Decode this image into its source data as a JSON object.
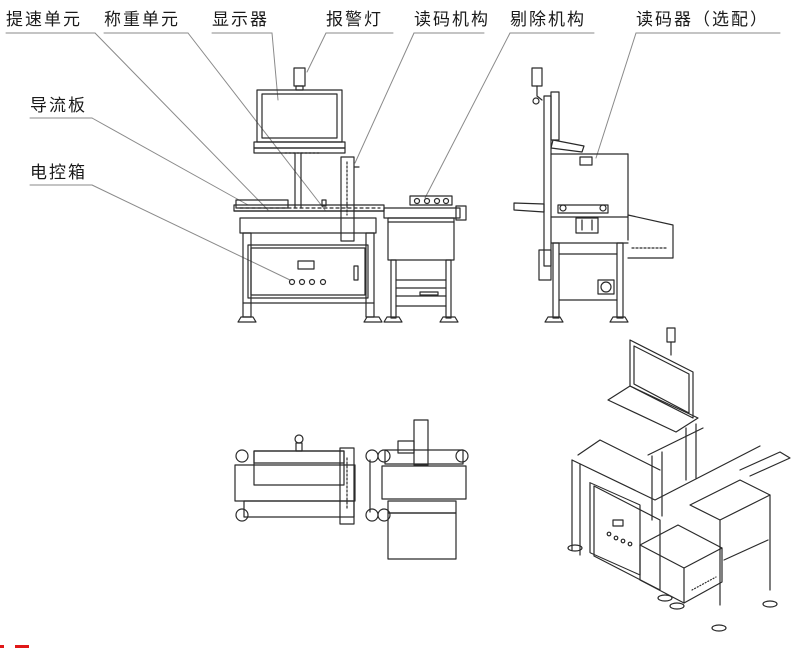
{
  "figure": {
    "title": "Checkweigher with code reader and reject mechanism — component callouts",
    "views": [
      {
        "id": "front",
        "name": "Front elevation"
      },
      {
        "id": "side",
        "name": "Side elevation"
      },
      {
        "id": "top",
        "name": "Top (plan) view"
      },
      {
        "id": "iso",
        "name": "Isometric view"
      }
    ],
    "callouts": [
      {
        "id": "speedup",
        "text": "提速单元"
      },
      {
        "id": "weighing",
        "text": "称重单元"
      },
      {
        "id": "display",
        "text": "显示器"
      },
      {
        "id": "alarm",
        "text": "报警灯"
      },
      {
        "id": "code-reader-mech",
        "text": "读码机构"
      },
      {
        "id": "reject",
        "text": "剔除机构"
      },
      {
        "id": "code-reader-opt",
        "text": "读码器（选配）"
      },
      {
        "id": "guide",
        "text": "导流板"
      },
      {
        "id": "control-box",
        "text": "电控箱"
      }
    ],
    "colors": {
      "line": "#2a2a2a",
      "leader": "#8a8a8a",
      "label": "#1a1a1a",
      "accent_red": "#e01818"
    }
  }
}
